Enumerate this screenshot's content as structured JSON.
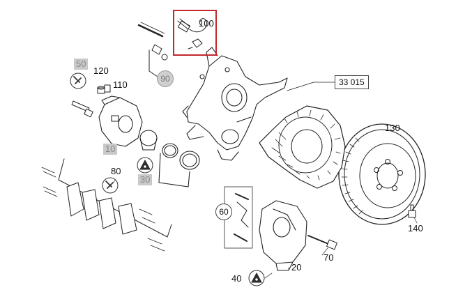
{
  "diagram": {
    "highlight_color": "#c0282d",
    "part_labels": {
      "p100": "100",
      "p33015": "33 015",
      "p130": "130",
      "p50": "50",
      "p120": "120",
      "p110": "110",
      "p90": "90",
      "p10": "10",
      "p80": "80",
      "p30": "30",
      "p60": "60",
      "p140": "140",
      "p70": "70",
      "p20": "20",
      "p40": "40"
    },
    "icons": [
      "wrench-circle-icon",
      "triangle-grease-icon"
    ]
  }
}
